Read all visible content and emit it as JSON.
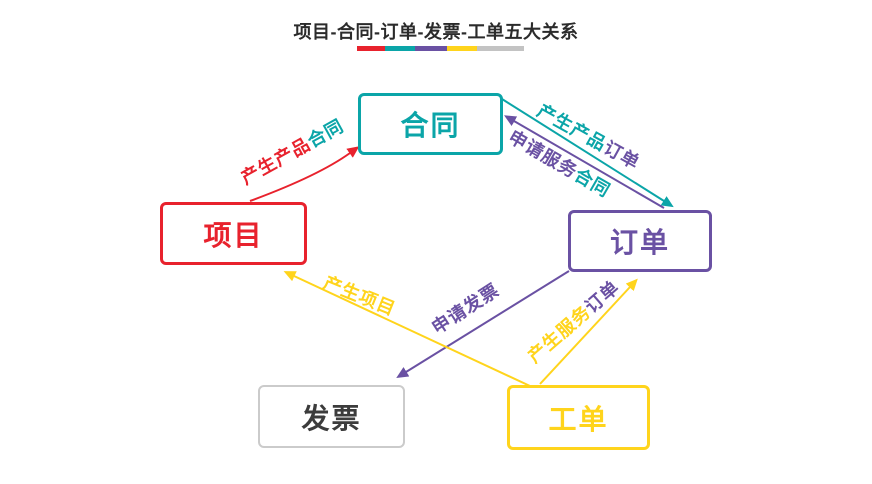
{
  "title": "项目-合同-订单-发票-工单五大关系",
  "palette": {
    "red": "#e8222d",
    "teal": "#0ba5a8",
    "purple": "#6a51a3",
    "yellow": "#ffd41c",
    "gray": "#c3c3c3",
    "invoice_border": "#cbcbcb",
    "invoice_text": "#3c3c3c",
    "title_text": "#2b2b2b"
  },
  "underline_segments": [
    "red",
    "teal",
    "purple",
    "yellow",
    "gray"
  ],
  "nodes": {
    "project": {
      "label": "项目",
      "color": "#e8222d"
    },
    "contract": {
      "label": "合同",
      "color": "#0ba5a8"
    },
    "order": {
      "label": "订单",
      "color": "#6a51a3"
    },
    "invoice": {
      "label": "发票",
      "color": "#cbcbcb"
    },
    "workorder": {
      "label": "工单",
      "color": "#ffd41c"
    }
  },
  "edges": {
    "project_to_contract": {
      "from": "项目",
      "to": "合同",
      "action": "产生产品",
      "entity": "合同",
      "line_color": "#e8222d"
    },
    "contract_to_order": {
      "from": "合同",
      "to": "订单",
      "action": "产生产品",
      "entity": "订单",
      "line_color": "#0ba5a8"
    },
    "order_to_contract": {
      "from": "订单",
      "to": "合同",
      "action": "申请服务",
      "entity": "合同",
      "line_color": "#6a51a3"
    },
    "order_to_invoice": {
      "from": "订单",
      "to": "发票",
      "action": "申请",
      "entity": "发票",
      "line_color": "#6a51a3"
    },
    "workorder_to_project": {
      "from": "工单",
      "to": "项目",
      "action": "产生",
      "entity": "项目",
      "line_color": "#ffd41c"
    },
    "workorder_to_order": {
      "from": "工单",
      "to": "订单",
      "action": "产生服务",
      "entity": "订单",
      "line_color": "#ffd41c"
    }
  }
}
